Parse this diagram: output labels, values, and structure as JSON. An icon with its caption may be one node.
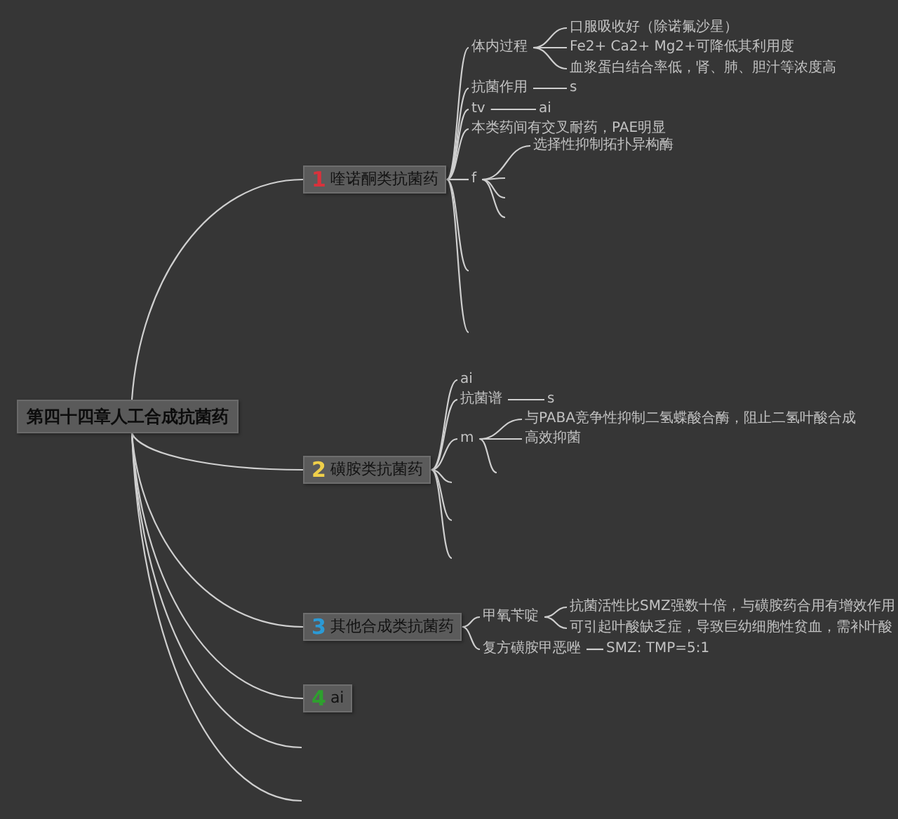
{
  "diagram": {
    "nodes": [
      {
        "text": [
          "第四十四章人工合成抗菌药"
        ]
      },
      {
        "text": [
          "1",
          "喹诺酮类抗菌药"
        ]
      },
      {
        "text": [
          "体内过程"
        ]
      },
      {
        "text": [
          "口服吸收好（除诺氟沙星）"
        ]
      },
      {
        "text": [
          "Fe2+ Ca2+ Mg2+可降低其利用度"
        ]
      },
      {
        "text": [
          "血浆蛋白结合率低，肾、肺、胆汁等浓度高"
        ]
      },
      {
        "text": [
          "抗菌作用"
        ]
      },
      {
        "text": [
          "s"
        ]
      },
      {
        "text": [
          "tv"
        ]
      },
      {
        "text": [
          "ai"
        ]
      },
      {
        "text": [
          "本类药间有交叉耐药，PAE明显"
        ]
      },
      {
        "text": [
          "f"
        ]
      },
      {
        "text": [
          "选择性抑制拓扑异构酶"
        ]
      },
      {
        "text": [
          "2",
          "磺胺类抗菌药"
        ]
      },
      {
        "text": [
          "ai"
        ]
      },
      {
        "text": [
          "抗菌谱"
        ]
      },
      {
        "text": [
          "s"
        ]
      },
      {
        "text": [
          "m"
        ]
      },
      {
        "text": [
          "与PABA竞争性抑制二氢蝶酸合酶，阻止二氢叶酸合成"
        ]
      },
      {
        "text": [
          "高效抑菌"
        ]
      },
      {
        "text": [
          "3",
          "其他合成类抗菌药"
        ]
      },
      {
        "text": [
          "甲氧苄啶"
        ]
      },
      {
        "text": [
          "抗菌活性比SMZ强数十倍，与磺胺药合用有增效作用"
        ]
      },
      {
        "text": [
          "可引起叶酸缺乏症，导致巨幼细胞性贫血，需补叶酸"
        ]
      },
      {
        "text": [
          "复方磺胺甲恶唑"
        ]
      },
      {
        "text": [
          "SMZ: TMP=5:1"
        ]
      },
      {
        "text": [
          "4",
          "ai"
        ]
      }
    ],
    "edges": [
      {
        "from": 0,
        "to": 1,
        "arrow": "none"
      },
      {
        "from": 0,
        "to": 13,
        "arrow": "none"
      },
      {
        "from": 0,
        "to": 20,
        "arrow": "none"
      },
      {
        "from": 0,
        "to": 26,
        "arrow": "none"
      },
      {
        "from": 0,
        "to": null,
        "arrow": "none"
      },
      {
        "from": 0,
        "to": null,
        "arrow": "none"
      },
      {
        "from": 1,
        "to": 2,
        "arrow": "none"
      },
      {
        "from": 2,
        "to": 3,
        "arrow": "none"
      },
      {
        "from": 2,
        "to": 4,
        "arrow": "none"
      },
      {
        "from": 2,
        "to": 5,
        "arrow": "none"
      },
      {
        "from": 1,
        "to": 6,
        "arrow": "none"
      },
      {
        "from": 6,
        "to": 7,
        "arrow": "none"
      },
      {
        "from": 1,
        "to": 8,
        "arrow": "none"
      },
      {
        "from": 8,
        "to": 9,
        "arrow": "none"
      },
      {
        "from": 1,
        "to": 10,
        "arrow": "none"
      },
      {
        "from": 1,
        "to": 11,
        "arrow": "none"
      },
      {
        "from": 11,
        "to": 12,
        "arrow": "none"
      },
      {
        "from": 11,
        "to": null,
        "arrow": "none"
      },
      {
        "from": 11,
        "to": null,
        "arrow": "none"
      },
      {
        "from": 11,
        "to": null,
        "arrow": "none"
      },
      {
        "from": 1,
        "to": null,
        "arrow": "none"
      },
      {
        "from": 1,
        "to": null,
        "arrow": "none"
      },
      {
        "from": 13,
        "to": 14,
        "arrow": "none"
      },
      {
        "from": 13,
        "to": 15,
        "arrow": "none"
      },
      {
        "from": 15,
        "to": 16,
        "arrow": "none"
      },
      {
        "from": 13,
        "to": 17,
        "arrow": "none"
      },
      {
        "from": 17,
        "to": 18,
        "arrow": "none"
      },
      {
        "from": 17,
        "to": 19,
        "arrow": "none"
      },
      {
        "from": 17,
        "to": null,
        "arrow": "none"
      },
      {
        "from": 13,
        "to": null,
        "arrow": "none"
      },
      {
        "from": 13,
        "to": null,
        "arrow": "none"
      },
      {
        "from": 13,
        "to": null,
        "arrow": "none"
      },
      {
        "from": 20,
        "to": 21,
        "arrow": "none"
      },
      {
        "from": 21,
        "to": 22,
        "arrow": "none"
      },
      {
        "from": 21,
        "to": 23,
        "arrow": "none"
      },
      {
        "from": 20,
        "to": 24,
        "arrow": "none"
      },
      {
        "from": 24,
        "to": 25,
        "arrow": "none"
      }
    ]
  }
}
